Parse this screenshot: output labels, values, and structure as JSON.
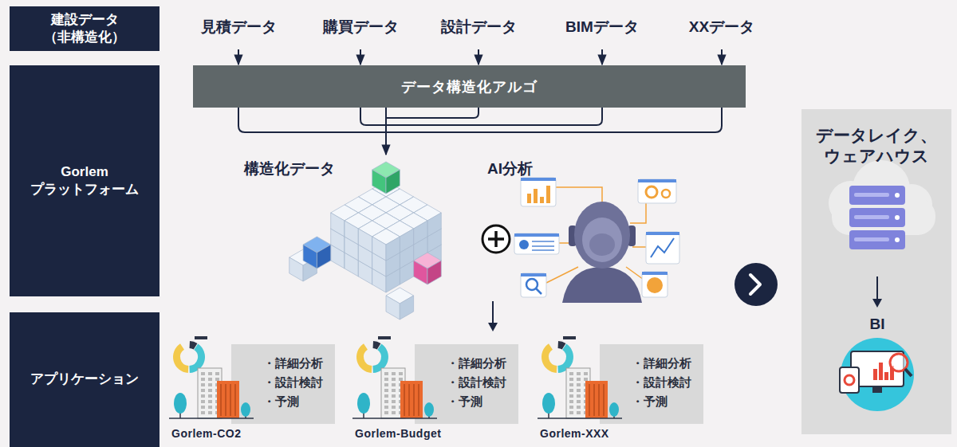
{
  "diagram": {
    "nodes": [
      {
        "text": [
          "建設データ （非構造化）"
        ]
      },
      {
        "text": [
          "Gorlem プラットフォーム"
        ]
      },
      {
        "text": [
          "アプリケーション"
        ]
      },
      {
        "text": [
          "見積データ"
        ]
      },
      {
        "text": [
          "購買データ"
        ]
      },
      {
        "text": [
          "設計データ"
        ]
      },
      {
        "text": [
          "BIMデータ"
        ]
      },
      {
        "text": [
          "XXデータ"
        ]
      },
      {
        "text": [
          "データ構造化アルゴ"
        ]
      },
      {
        "text": [
          "構造化データ"
        ]
      },
      {
        "text": [
          "AI分析"
        ]
      },
      {
        "text": [
          "データレイク、 ウェアハウス"
        ]
      },
      {
        "text": [
          "・詳細分析",
          "・設計検討",
          "・予測",
          "Gorlem-CO2"
        ]
      },
      {
        "text": [
          "・詳細分析",
          "・設計検討",
          "・予測",
          "Gorlem-Budget"
        ]
      },
      {
        "text": [
          "・詳細分析",
          "・設計検討",
          "・予測",
          "Gorlem-XXX"
        ]
      }
    ],
    "edges": [
      {
        "from": 3,
        "to": 8,
        "arrow": "to"
      },
      {
        "from": 4,
        "to": 8,
        "arrow": "to"
      },
      {
        "from": 5,
        "to": 8,
        "arrow": "to"
      },
      {
        "from": 6,
        "to": 8,
        "arrow": "to"
      },
      {
        "from": 7,
        "to": 8,
        "arrow": "to"
      },
      {
        "from": 8,
        "to": 9,
        "arrow": "to"
      }
    ],
    "labels": [
      "BI"
    ]
  }
}
